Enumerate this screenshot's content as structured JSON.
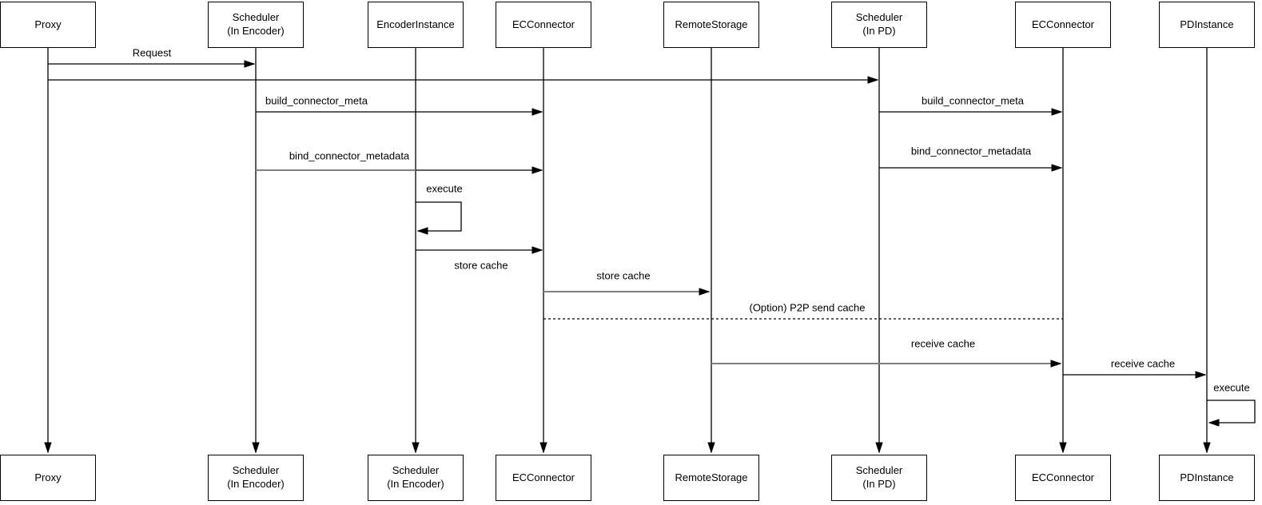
{
  "diagram_type": "uml-sequence",
  "participants_top": [
    {
      "label": "Proxy"
    },
    {
      "label": "Scheduler\n(In Encoder)"
    },
    {
      "label": "EncoderInstance"
    },
    {
      "label": "ECConnector"
    },
    {
      "label": "RemoteStorage"
    },
    {
      "label": "Scheduler\n(In PD)"
    },
    {
      "label": "ECConnector"
    },
    {
      "label": "PDInstance"
    }
  ],
  "participants_bottom": [
    {
      "label": "Proxy"
    },
    {
      "label": "Scheduler\n(In Encoder)"
    },
    {
      "label": "Scheduler\n(In Encoder)"
    },
    {
      "label": "ECConnector"
    },
    {
      "label": "RemoteStorage"
    },
    {
      "label": "Scheduler\n(In PD)"
    },
    {
      "label": "ECConnector"
    },
    {
      "label": "PDInstance"
    }
  ],
  "messages": [
    {
      "label": "Request",
      "from": "Proxy",
      "to": "Scheduler (In Encoder)",
      "style": "solid"
    },
    {
      "label": "",
      "from": "Proxy",
      "to": "Scheduler (In PD)",
      "style": "solid"
    },
    {
      "label": "build_connector_meta",
      "from": "Scheduler (In Encoder)",
      "to": "ECConnector",
      "style": "solid"
    },
    {
      "label": "build_connector_meta",
      "from": "Scheduler (In PD)",
      "to": "ECConnector",
      "style": "solid"
    },
    {
      "label": "bind_connector_metadata",
      "from": "Scheduler (In Encoder)",
      "to": "ECConnector",
      "style": "solid"
    },
    {
      "label": "bind_connector_metadata",
      "from": "Scheduler (In PD)",
      "to": "ECConnector",
      "style": "solid"
    },
    {
      "label": "execute",
      "from": "EncoderInstance",
      "to": "EncoderInstance",
      "style": "self-loop"
    },
    {
      "label": "store cache",
      "from": "EncoderInstance",
      "to": "ECConnector",
      "style": "solid"
    },
    {
      "label": "store cache",
      "from": "ECConnector",
      "to": "RemoteStorage",
      "style": "solid-gray"
    },
    {
      "label": "(Option) P2P send cache",
      "from": "ECConnector",
      "to": "ECConnector",
      "style": "dashed"
    },
    {
      "label": "receive cache",
      "from": "RemoteStorage",
      "to": "ECConnector",
      "style": "solid-gray"
    },
    {
      "label": "receive cache",
      "from": "ECConnector",
      "to": "PDInstance",
      "style": "solid"
    },
    {
      "label": "execute",
      "from": "PDInstance",
      "to": "PDInstance",
      "style": "self-loop"
    }
  ],
  "colors": {
    "line": "#000000",
    "gray_line": "#808080",
    "box_border": "#000000",
    "box_fill": "#ffffff",
    "text": "#000000",
    "background": "#ffffff"
  }
}
